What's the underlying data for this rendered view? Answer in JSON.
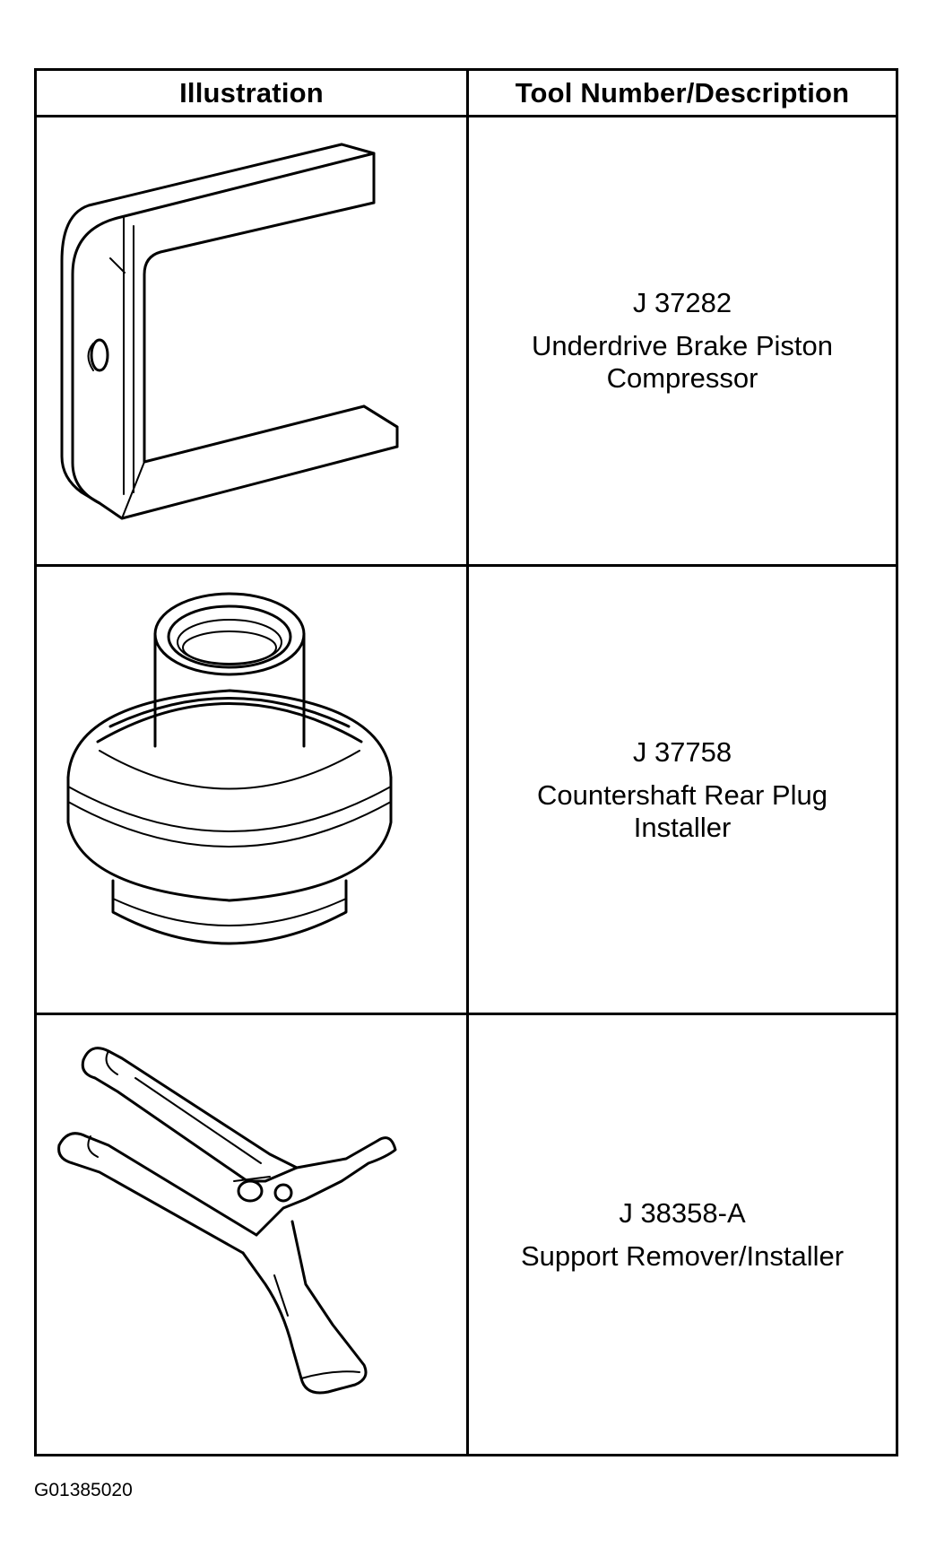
{
  "table": {
    "headers": {
      "illustration": "Illustration",
      "description": "Tool Number/Description"
    },
    "rows": [
      {
        "tool_number": "J 37282",
        "description_line1": "Underdrive Brake Piston",
        "description_line2": "Compressor",
        "illustration_icon": "u-shaped-compressor-icon"
      },
      {
        "tool_number": "J 37758",
        "description_line1": "Countershaft Rear Plug",
        "description_line2": "Installer",
        "illustration_icon": "plug-installer-icon"
      },
      {
        "tool_number": "J 38358-A",
        "description_line1": "Support Remover/Installer",
        "description_line2": "",
        "illustration_icon": "support-remover-icon"
      }
    ]
  },
  "figure_code": "G01385020"
}
